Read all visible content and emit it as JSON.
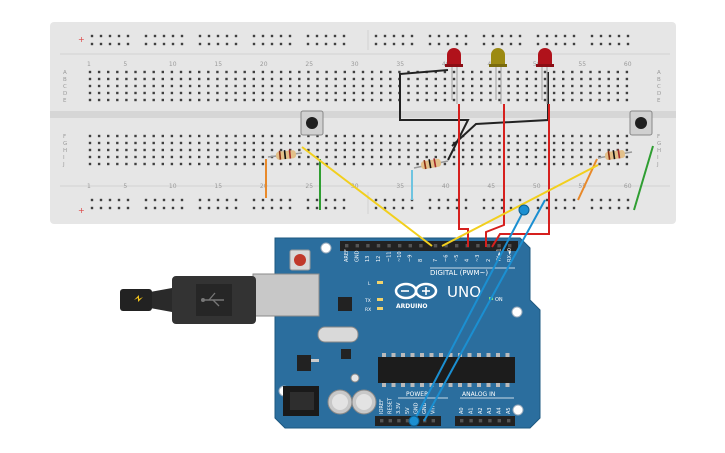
{
  "breadboard": {
    "column_labels": [
      "1",
      "5",
      "10",
      "15",
      "20",
      "25",
      "30",
      "35",
      "40",
      "45",
      "50",
      "55",
      "60"
    ],
    "row_labels_top": [
      "A",
      "B",
      "C",
      "D",
      "E"
    ],
    "row_labels_bottom": [
      "F",
      "G",
      "H",
      "I",
      "J"
    ],
    "rail_plus": "+",
    "rail_minus": "-"
  },
  "arduino": {
    "digital_header": [
      "AREF",
      "GND",
      "13",
      "12",
      "~11",
      "~10",
      "~9",
      "8",
      "7",
      "~6",
      "~5",
      "4",
      "~3",
      "2",
      "TX►1",
      "RX◄0"
    ],
    "digital_label": "DIGITAL (PWM~)",
    "brand_text": "ARDUINO",
    "model_text": "UNO",
    "on_label": "ON",
    "led_labels": [
      "L",
      "TX",
      "RX"
    ],
    "power_label": "POWER",
    "power_pins": [
      "IOREF",
      "RESET",
      "3.3V",
      "5V",
      "GND",
      "GND",
      "Vin"
    ],
    "analog_label": "ANALOG IN",
    "analog_pins": [
      "A0",
      "A1",
      "A2",
      "A3",
      "A4",
      "A5"
    ]
  },
  "components": {
    "leds": [
      {
        "id": "led-1",
        "color": "#b0121b"
      },
      {
        "id": "led-2",
        "color": "#9c8a12"
      },
      {
        "id": "led-3",
        "color": "#b0121b"
      }
    ],
    "wire_colors": {
      "red": "#d6201e",
      "yellow": "#f2cf1d",
      "green": "#2f9e32",
      "orange": "#e8892a",
      "blue": "#1b8fd1",
      "black": "#222222",
      "lightblue": "#6fc4e0"
    },
    "board_color": "#2b6e9e"
  }
}
